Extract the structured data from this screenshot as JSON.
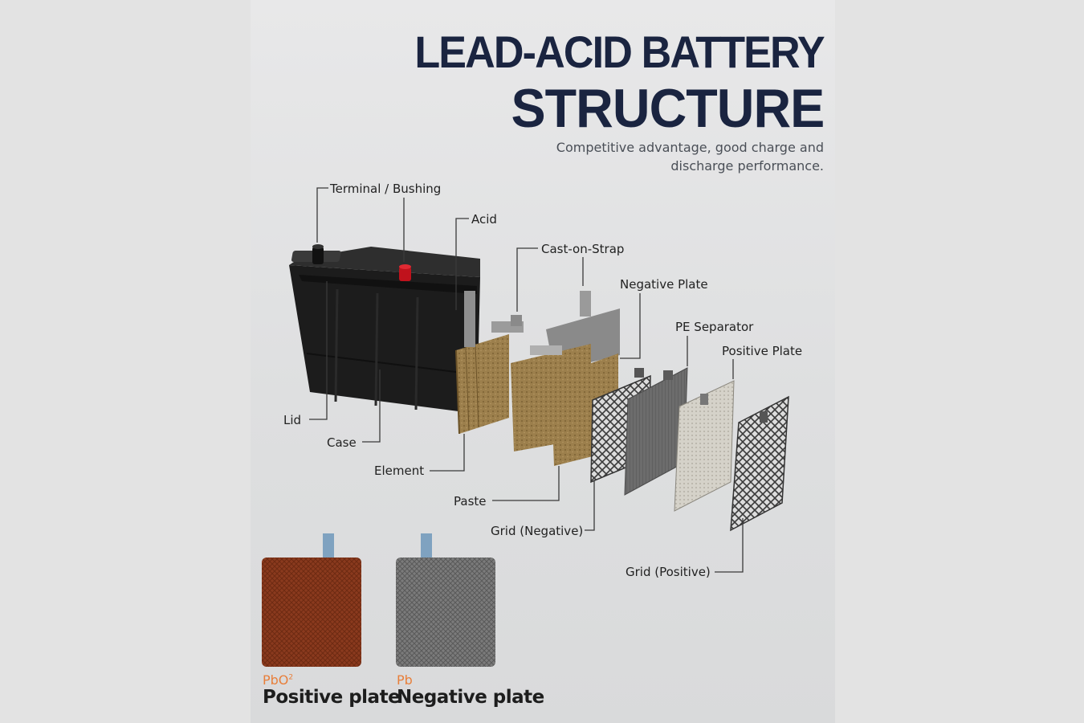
{
  "header": {
    "title_line1": "LEAD-ACID BATTERY",
    "title_line2": "STRUCTURE",
    "subtitle": "Competitive advantage, good charge and discharge performance."
  },
  "labels": {
    "terminal": "Terminal / Bushing",
    "acid": "Acid",
    "cast_on_strap": "Cast-on-Strap",
    "negative_plate": "Negative Plate",
    "pe_separator": "PE Separator",
    "positive_plate": "Positive Plate",
    "lid": "Lid",
    "case": "Case",
    "element": "Element",
    "paste": "Paste",
    "grid_negative": "Grid (Negative)",
    "grid_positive": "Grid (Positive)"
  },
  "swatches": {
    "positive": {
      "formula": "PbO",
      "formula_sup": "2",
      "name": "Positive plate",
      "color": "#8a3a1e"
    },
    "negative": {
      "formula": "Pb",
      "formula_sup": "",
      "name": "Negative plate",
      "color": "#7b7b7b"
    }
  },
  "colors": {
    "title": "#1a2440",
    "formula": "#e87f3b",
    "battery_case": "#1f1f1f",
    "terminal_positive": "#c0121c",
    "paste": "#9c7f4c"
  }
}
